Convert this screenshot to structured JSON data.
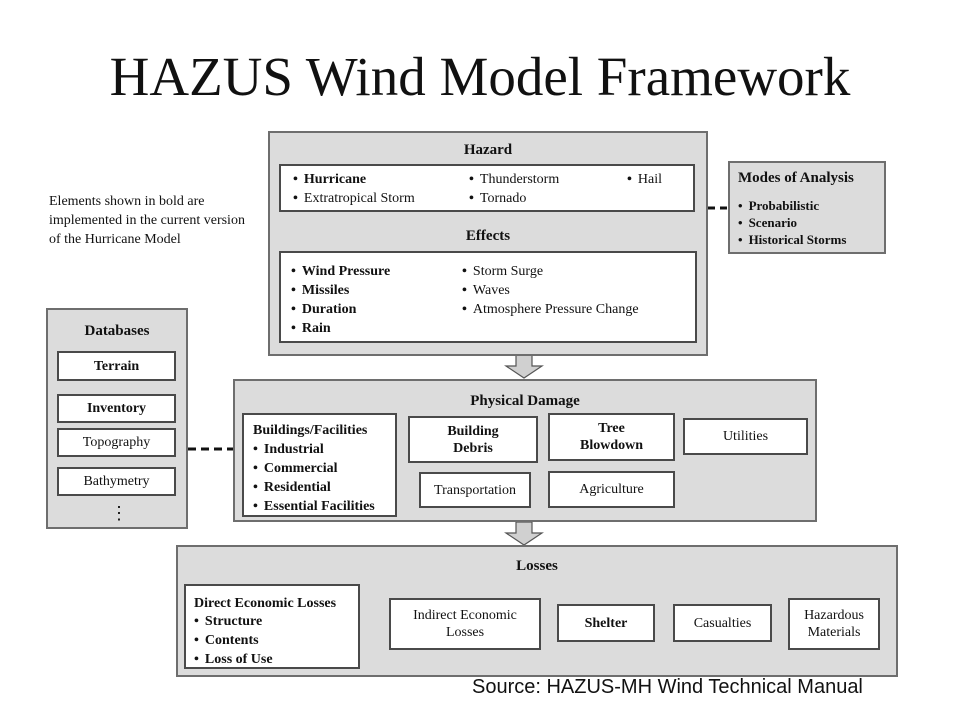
{
  "title": "HAZUS Wind Model Framework",
  "note": "Elements shown in bold are implemented in the current version of the Hurricane Model",
  "source": "Source: HAZUS-MH Wind Technical Manual",
  "hazard": {
    "header": "Hazard",
    "col1": [
      {
        "text": "Hurricane",
        "bold": true
      },
      {
        "text": "Extratropical Storm",
        "bold": false
      }
    ],
    "col2": [
      {
        "text": "Thunderstorm",
        "bold": false
      },
      {
        "text": "Tornado",
        "bold": false
      }
    ],
    "col3": [
      {
        "text": "Hail",
        "bold": false
      }
    ]
  },
  "effects": {
    "header": "Effects",
    "col1": [
      {
        "text": "Wind Pressure",
        "bold": true
      },
      {
        "text": "Missiles",
        "bold": true
      },
      {
        "text": "Duration",
        "bold": true
      },
      {
        "text": "Rain",
        "bold": true
      }
    ],
    "col2": [
      {
        "text": "Storm Surge",
        "bold": false
      },
      {
        "text": "Waves",
        "bold": false
      },
      {
        "text": "Atmosphere Pressure Change",
        "bold": false
      }
    ]
  },
  "modes": {
    "header": "Modes of Analysis",
    "items": [
      "Probabilistic",
      "Scenario",
      "Historical Storms"
    ]
  },
  "databases": {
    "header": "Databases",
    "items": [
      "Terrain",
      "Inventory",
      "Topography",
      "Bathymetry"
    ],
    "ellipsis": "⋮"
  },
  "physical_damage": {
    "header": "Physical Damage",
    "buildings": {
      "header": "Buildings/Facilities",
      "items": [
        "Industrial",
        "Commercial",
        "Residential",
        "Essential Facilities"
      ]
    },
    "building_debris": "Building Debris",
    "tree_blowdown": "Tree Blowdown",
    "utilities": "Utilities",
    "transportation": "Transportation",
    "agriculture": "Agriculture"
  },
  "losses": {
    "header": "Losses",
    "direct": {
      "header": "Direct Economic Losses",
      "items": [
        "Structure",
        "Contents",
        "Loss of Use"
      ]
    },
    "indirect": "Indirect Economic Losses",
    "shelter": "Shelter",
    "casualties": "Casualties",
    "hazardous": "Hazardous Materials"
  }
}
